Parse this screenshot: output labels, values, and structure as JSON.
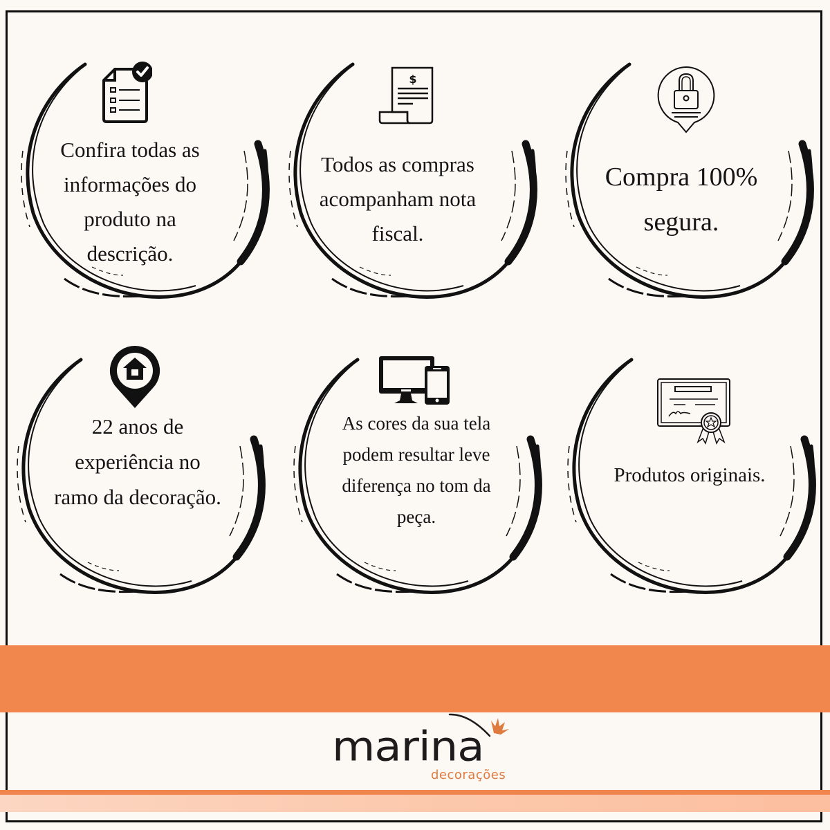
{
  "colors": {
    "background": "#fcf8f4",
    "frame": "#0d0d0d",
    "accent_orange": "#f2874d",
    "logo_dark": "#1d1b1b",
    "logo_orange": "#e07b3f"
  },
  "cards": [
    {
      "icon": "checklist-icon",
      "lines": [
        "Confira todas as",
        "informações do",
        "produto na",
        "descrição."
      ]
    },
    {
      "icon": "receipt-icon",
      "lines": [
        "Todos as compras",
        "acompanham nota",
        "fiscal."
      ]
    },
    {
      "icon": "padlock-icon",
      "lines": [
        "Compra 100%",
        "segura."
      ]
    },
    {
      "icon": "home-location-pin-icon",
      "lines": [
        "22 anos de",
        "experiência no",
        "ramo da decoração."
      ]
    },
    {
      "icon": "monitor-phone-icon",
      "lines": [
        "As cores da sua tela",
        "podem resultar leve",
        "diferença no tom da",
        "peça."
      ]
    },
    {
      "icon": "certificate-icon",
      "lines": [
        "Produtos originais."
      ]
    }
  ],
  "logo": {
    "wordmark": "marina",
    "tagline": "decorações"
  }
}
